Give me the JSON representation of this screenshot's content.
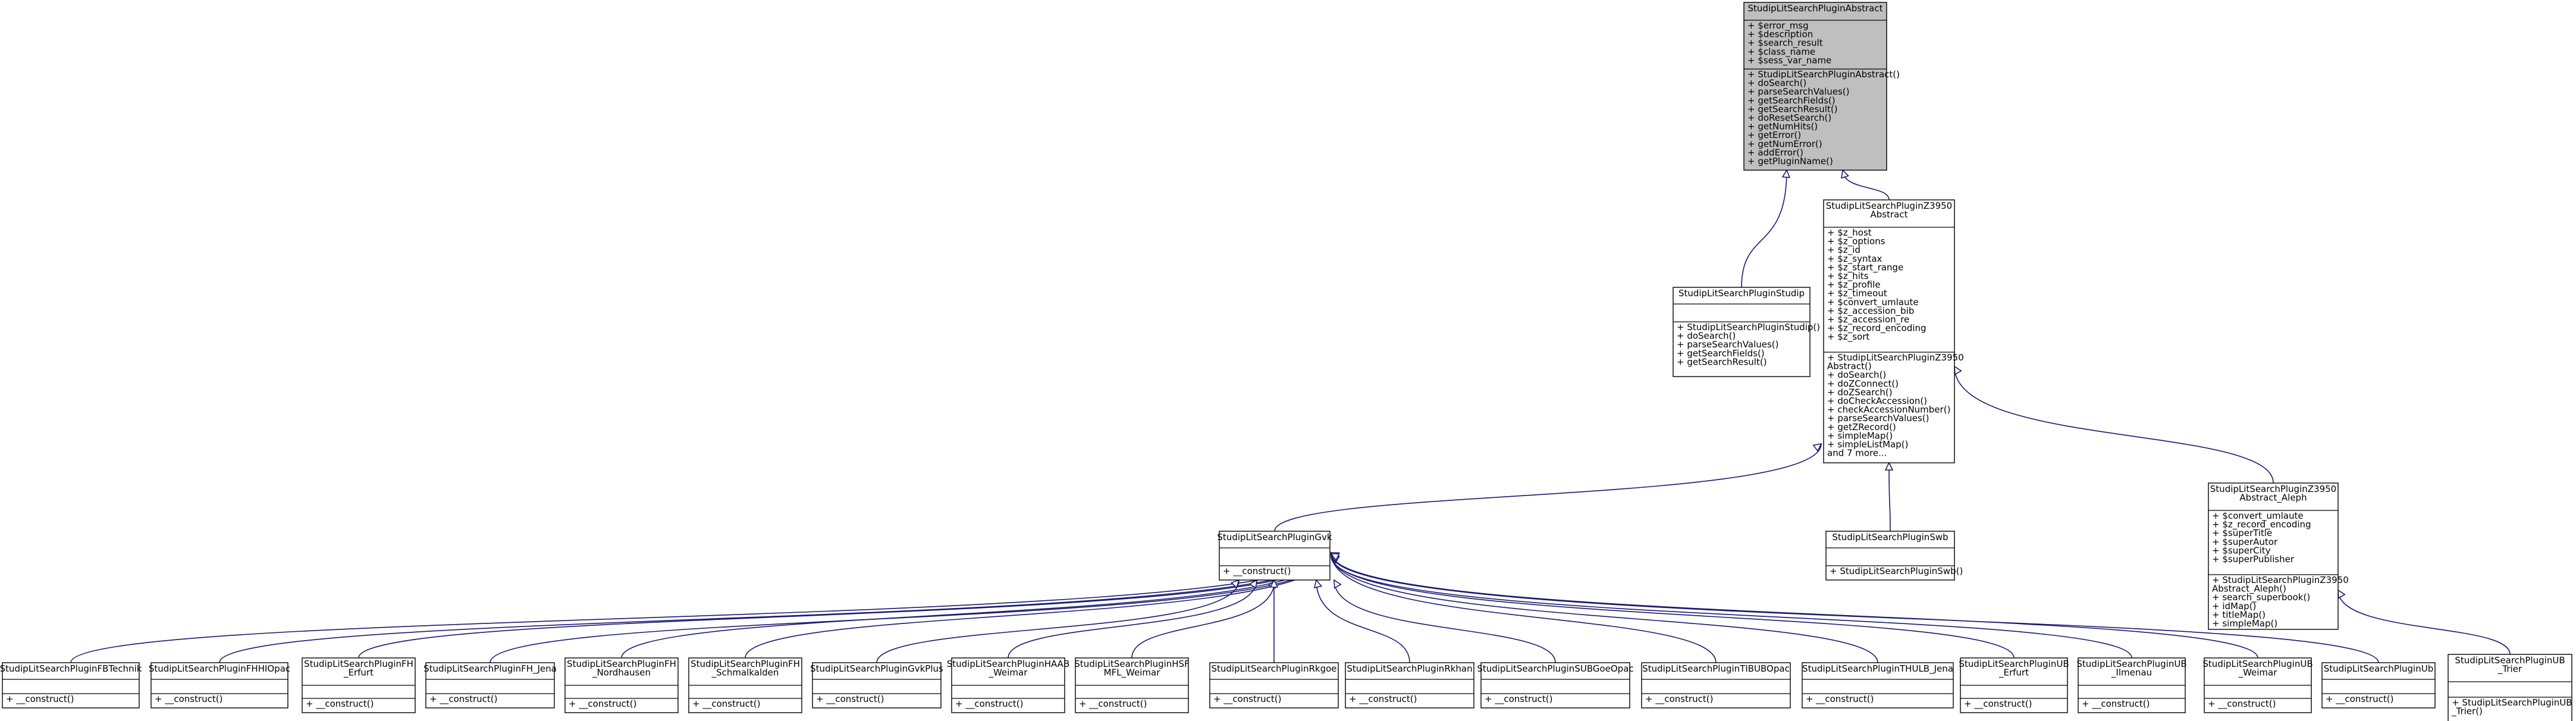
{
  "diagram": {
    "nodes": [
      {
        "id": "abstract",
        "title": [
          "StudipLitSearchPluginAbstract"
        ],
        "attributes": [
          "+ $error_msg",
          "+ $description",
          "+ $search_result",
          "+ $class_name",
          "+ $sess_var_name"
        ],
        "methods": [
          "+ StudipLitSearchPluginAbstract()",
          "+ doSearch()",
          "+ parseSearchValues()",
          "+ getSearchFields()",
          "+ getSearchResult()",
          "+ doResetSearch()",
          "+ getNumHits()",
          "+ getError()",
          "+ getNumError()",
          "+ addError()",
          "+ getPluginName()"
        ],
        "highlight": true
      },
      {
        "id": "z3950",
        "title": [
          "StudipLitSearchPluginZ3950",
          "Abstract"
        ],
        "attributes": [
          "+ $z_host",
          "+ $z_options",
          "+ $z_id",
          "+ $z_syntax",
          "+ $z_start_range",
          "+ $z_hits",
          "+ $z_profile",
          "+ $z_timeout",
          "+ $convert_umlaute",
          "+ $z_accession_bib",
          "+ $z_accession_re",
          "+ $z_record_encoding",
          "+ $z_sort"
        ],
        "methods": [
          "+ StudipLitSearchPluginZ3950",
          "Abstract()",
          "+ doSearch()",
          "+ doZConnect()",
          "+ doZSearch()",
          "+ doCheckAccession()",
          "+ checkAccessionNumber()",
          "+ parseSearchValues()",
          "+ getZRecord()",
          "+ simpleMap()",
          "+ simpleListMap()",
          "and 7 more..."
        ]
      },
      {
        "id": "studip",
        "title": [
          "StudipLitSearchPluginStudip"
        ],
        "attributes": [],
        "methods": [
          "+ StudipLitSearchPluginStudip()",
          "+ doSearch()",
          "+ parseSearchValues()",
          "+ getSearchFields()",
          "+ getSearchResult()"
        ]
      },
      {
        "id": "gvk",
        "title": [
          "StudipLitSearchPluginGvk"
        ],
        "attributes": [],
        "methods": [
          "+ __construct()"
        ]
      },
      {
        "id": "swb",
        "title": [
          "StudipLitSearchPluginSwb"
        ],
        "attributes": [],
        "methods": [
          "+ StudipLitSearchPluginSwb()"
        ]
      },
      {
        "id": "aleph",
        "title": [
          "StudipLitSearchPluginZ3950",
          "Abstract_Aleph"
        ],
        "attributes": [
          "+ $convert_umlaute",
          "+ $z_record_encoding",
          "+ $superTitle",
          "+ $superAutor",
          "+ $superCity",
          "+ $superPublisher"
        ],
        "methods": [
          "+ StudipLitSearchPluginZ3950",
          "Abstract_Aleph()",
          "+ search_superbook()",
          "+ idMap()",
          "+ titleMap()",
          "+ simpleMap()"
        ]
      },
      {
        "id": "fbtechnik",
        "title": [
          "StudipLitSearchPluginFBTechnik"
        ],
        "attributes": [],
        "methods": [
          "+ __construct()"
        ]
      },
      {
        "id": "fhhiopac",
        "title": [
          "StudipLitSearchPluginFHHIOpac"
        ],
        "attributes": [],
        "methods": [
          "+ __construct()"
        ]
      },
      {
        "id": "fherfurt",
        "title": [
          "StudipLitSearchPluginFH",
          "_Erfurt"
        ],
        "attributes": [],
        "methods": [
          "+ __construct()"
        ]
      },
      {
        "id": "fhjena",
        "title": [
          "StudipLitSearchPluginFH_Jena"
        ],
        "attributes": [],
        "methods": [
          "+ __construct()"
        ]
      },
      {
        "id": "fhnord",
        "title": [
          "StudipLitSearchPluginFH",
          "_Nordhausen"
        ],
        "attributes": [],
        "methods": [
          "+ __construct()"
        ]
      },
      {
        "id": "fhschmal",
        "title": [
          "StudipLitSearchPluginFH",
          "_Schmalkalden"
        ],
        "attributes": [],
        "methods": [
          "+ __construct()"
        ]
      },
      {
        "id": "gvkplus",
        "title": [
          "StudipLitSearchPluginGvkPlus"
        ],
        "attributes": [],
        "methods": [
          "+ __construct()"
        ]
      },
      {
        "id": "haab",
        "title": [
          "StudipLitSearchPluginHAAB",
          "_Weimar"
        ],
        "attributes": [],
        "methods": [
          "+ __construct()"
        ]
      },
      {
        "id": "hsf",
        "title": [
          "StudipLitSearchPluginHSF",
          "MFL_Weimar"
        ],
        "attributes": [],
        "methods": [
          "+ __construct()"
        ]
      },
      {
        "id": "rkgoe",
        "title": [
          "StudipLitSearchPluginRkgoe"
        ],
        "attributes": [],
        "methods": [
          "+ __construct()"
        ]
      },
      {
        "id": "rkhan",
        "title": [
          "StudipLitSearchPluginRkhan"
        ],
        "attributes": [],
        "methods": [
          "+ __construct()"
        ]
      },
      {
        "id": "sub",
        "title": [
          "StudipLitSearchPluginSUBGoeOpac"
        ],
        "attributes": [],
        "methods": [
          "+ __construct()"
        ]
      },
      {
        "id": "tib",
        "title": [
          "StudipLitSearchPluginTIBUBOpac"
        ],
        "attributes": [],
        "methods": [
          "+ __construct()"
        ]
      },
      {
        "id": "thulb",
        "title": [
          "StudipLitSearchPluginTHULB_Jena"
        ],
        "attributes": [],
        "methods": [
          "+ __construct()"
        ]
      },
      {
        "id": "uberfurt",
        "title": [
          "StudipLitSearchPluginUB",
          "_Erfurt"
        ],
        "attributes": [],
        "methods": [
          "+ __construct()"
        ]
      },
      {
        "id": "ubilm",
        "title": [
          "StudipLitSearchPluginUB",
          "_Ilmenau"
        ],
        "attributes": [],
        "methods": [
          "+ __construct()"
        ]
      },
      {
        "id": "ubweimar",
        "title": [
          "StudipLitSearchPluginUB",
          "_Weimar"
        ],
        "attributes": [],
        "methods": [
          "+ __construct()"
        ]
      },
      {
        "id": "ub",
        "title": [
          "StudipLitSearchPluginUb"
        ],
        "attributes": [],
        "methods": [
          "+ __construct()"
        ]
      },
      {
        "id": "ubtrier",
        "title": [
          "StudipLitSearchPluginUB",
          "_Trier"
        ],
        "attributes": [],
        "methods": [
          "+ StudipLitSearchPluginUB",
          "_Trier()"
        ]
      }
    ],
    "edges": [
      {
        "from": "studip",
        "to": "abstract"
      },
      {
        "from": "z3950",
        "to": "abstract"
      },
      {
        "from": "gvk",
        "to": "z3950"
      },
      {
        "from": "swb",
        "to": "z3950"
      },
      {
        "from": "aleph",
        "to": "z3950"
      },
      {
        "from": "ubtrier",
        "to": "aleph"
      },
      {
        "from": "fbtechnik",
        "to": "gvk"
      },
      {
        "from": "fhhiopac",
        "to": "gvk"
      },
      {
        "from": "fherfurt",
        "to": "gvk"
      },
      {
        "from": "fhjena",
        "to": "gvk"
      },
      {
        "from": "fhnord",
        "to": "gvk"
      },
      {
        "from": "fhschmal",
        "to": "gvk"
      },
      {
        "from": "gvkplus",
        "to": "gvk"
      },
      {
        "from": "haab",
        "to": "gvk"
      },
      {
        "from": "hsf",
        "to": "gvk"
      },
      {
        "from": "rkgoe",
        "to": "gvk"
      },
      {
        "from": "rkhan",
        "to": "gvk"
      },
      {
        "from": "sub",
        "to": "gvk"
      },
      {
        "from": "tib",
        "to": "gvk"
      },
      {
        "from": "thulb",
        "to": "gvk"
      },
      {
        "from": "uberfurt",
        "to": "gvk"
      },
      {
        "from": "ubilm",
        "to": "gvk"
      },
      {
        "from": "ubweimar",
        "to": "gvk"
      },
      {
        "from": "ub",
        "to": "gvk"
      }
    ]
  }
}
